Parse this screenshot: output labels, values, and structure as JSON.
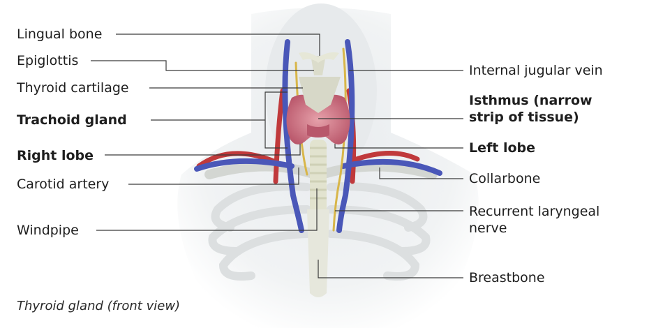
{
  "labels": {
    "lingual_bone": "Lingual bone",
    "epiglottis": "Epiglottis",
    "thyroid_cartilage": "Thyroid cartilage",
    "trachoid_gland": "Trachoid gland",
    "right_lobe": "Right lobe",
    "carotid_artery": "Carotid artery",
    "windpipe": "Windpipe",
    "internal_jugular_vein": "Internal jugular vein",
    "isthmus_line1": "Isthmus (narrow",
    "isthmus_line2": "strip of tissue)",
    "left_lobe": "Left lobe",
    "collarbone": "Collarbone",
    "recurrent_nerve_line1": "Recurrent laryngeal",
    "recurrent_nerve_line2": "nerve",
    "breastbone": "Breastbone"
  },
  "caption": "Thyroid gland (front view)",
  "colors": {
    "thyroid": "#c9707e",
    "artery": "#c0393b",
    "vein": "#4a57b8",
    "nerve": "#d8b64a",
    "bone": "#e4e6da",
    "leader_line": "#3a3a3a"
  }
}
